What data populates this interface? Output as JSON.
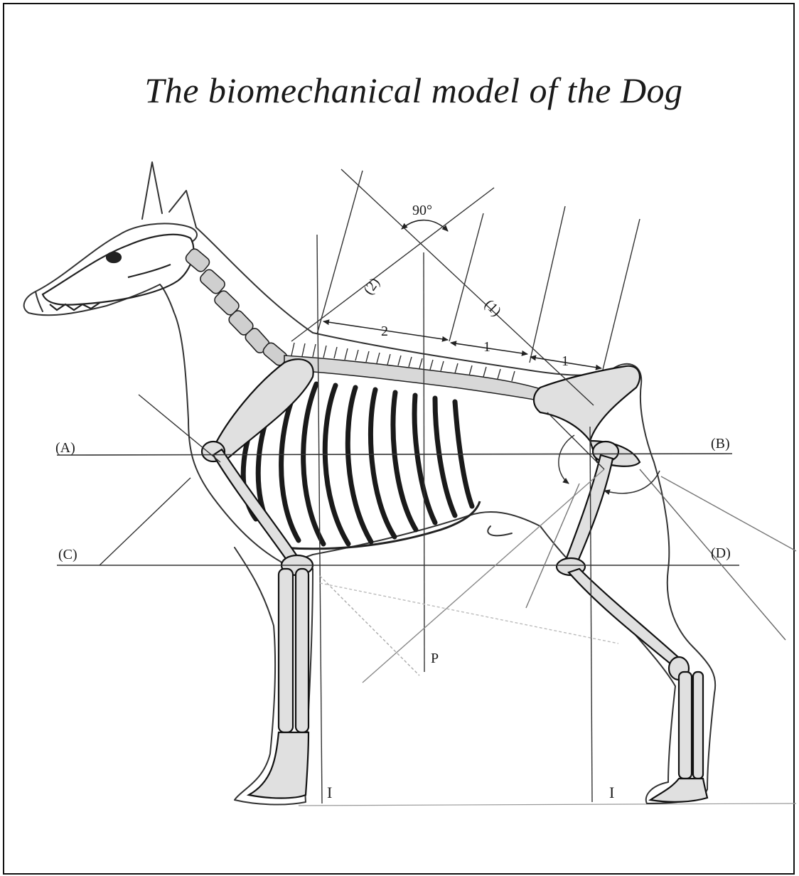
{
  "title": "The biomechanical model of the Dog",
  "labels": {
    "line_a": "(A)",
    "line_b": "(B)",
    "line_c": "(C)",
    "line_d": "(D)",
    "angle": "90°",
    "diag_1": "(1)",
    "diag_2": "(2)",
    "seg_2": "2",
    "seg_1a": "1",
    "seg_1b": "1",
    "plumb_p": "P",
    "vert_front": "I",
    "vert_rear": "I"
  }
}
